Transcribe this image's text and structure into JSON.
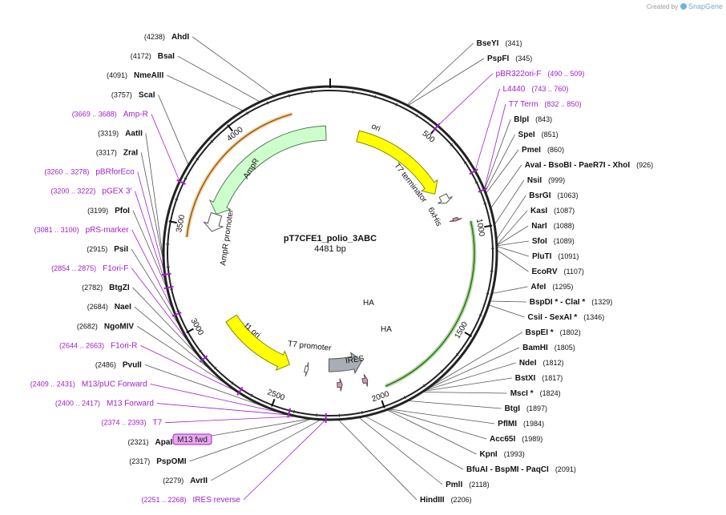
{
  "plasmid": {
    "name": "pT7CFE1_polio_3ABC",
    "length_label": "4481 bp",
    "length": 4481
  },
  "credit": {
    "prefix": "Created by",
    "brand": "SnapGene"
  },
  "highlight_box": "M13 fwd",
  "tick_labels": [
    {
      "pos": 500,
      "label": "500"
    },
    {
      "pos": 1000,
      "label": "1000"
    },
    {
      "pos": 1500,
      "label": "1500"
    },
    {
      "pos": 2000,
      "label": "2000"
    },
    {
      "pos": 2500,
      "label": "2500"
    },
    {
      "pos": 3000,
      "label": "3000"
    },
    {
      "pos": 3500,
      "label": "3500"
    },
    {
      "pos": 4000,
      "label": "4000"
    }
  ],
  "features": [
    {
      "name": "ori",
      "start": 166,
      "end": 754,
      "color": "#ffff00",
      "stroke": "#888800",
      "strand": "+"
    },
    {
      "name": "T7 terminator",
      "start": 783,
      "end": 830,
      "color": "#ffffff",
      "stroke": "#555555",
      "strand": "+"
    },
    {
      "name": "6xHis",
      "start": 925,
      "end": 942,
      "color": "#cc99b2",
      "stroke": "#664455",
      "strand": "+"
    },
    {
      "name": "HA",
      "start": 2175,
      "end": 2202,
      "color": "#cc99b2",
      "stroke": "#664455",
      "strand": "-"
    },
    {
      "name": "HA",
      "start": 2036,
      "end": 2063,
      "color": "#cc99b2",
      "stroke": "#664455",
      "strand": "-"
    },
    {
      "name": "IRES",
      "start": 2035,
      "end": 2248,
      "color": "#a9aeb4",
      "stroke": "#555555",
      "strand": "-"
    },
    {
      "name": "T7 promoter",
      "start": 2374,
      "end": 2393,
      "color": "#ffffff",
      "stroke": "#555555",
      "strand": "-"
    },
    {
      "name": "f1 ori",
      "start": 2489,
      "end": 2944,
      "color": "#ffff00",
      "stroke": "#888800",
      "strand": "-"
    },
    {
      "name": "AmpR promoter",
      "start": 3490,
      "end": 3595,
      "color": "#ffffff",
      "stroke": "#555555",
      "strand": "-"
    },
    {
      "name": "AmpR",
      "start": 3596,
      "end": 4456,
      "color": "#ccffcc",
      "stroke": "#557755",
      "strand": "-"
    }
  ],
  "highlight_arcs": [
    {
      "name": "orange-arc",
      "start": 3440,
      "end": 4290,
      "color": "#e8a040",
      "strand": "+"
    },
    {
      "name": "green-arc",
      "start": 960,
      "end": 1960,
      "color": "#5aa83a",
      "strand": "+"
    }
  ],
  "primer_marks": [
    {
      "pos": 500
    },
    {
      "pos": 752
    },
    {
      "pos": 841
    },
    {
      "pos": 3678
    },
    {
      "pos": 3269
    },
    {
      "pos": 3211
    },
    {
      "pos": 3090
    },
    {
      "pos": 2864
    },
    {
      "pos": 2653
    },
    {
      "pos": 2420
    },
    {
      "pos": 2259
    }
  ],
  "sites_right": [
    {
      "name": "BseYI",
      "pos_label": "(341)",
      "pos": 341,
      "primer": false
    },
    {
      "name": "PspFI",
      "pos_label": "(345)",
      "pos": 345,
      "primer": false
    },
    {
      "name": "pBR322ori-F",
      "pos_label": "(490 .. 509)",
      "pos": 500,
      "primer": true
    },
    {
      "name": "L4440",
      "pos_label": "(743 .. 760)",
      "pos": 752,
      "primer": true
    },
    {
      "name": "T7 Term",
      "pos_label": "(832 .. 850)",
      "pos": 841,
      "primer": true
    },
    {
      "name": "BlpI",
      "pos_label": "(843)",
      "pos": 843,
      "primer": false
    },
    {
      "name": "SpeI",
      "pos_label": "(851)",
      "pos": 851,
      "primer": false
    },
    {
      "name": "PmeI",
      "pos_label": "(860)",
      "pos": 860,
      "primer": false
    },
    {
      "name": "AvaI - BsoBI - PaeR7I - XhoI",
      "pos_label": "(926)",
      "pos": 926,
      "primer": false
    },
    {
      "name": "NsiI",
      "pos_label": "(999)",
      "pos": 999,
      "primer": false
    },
    {
      "name": "BsrGI",
      "pos_label": "(1063)",
      "pos": 1063,
      "primer": false
    },
    {
      "name": "KasI",
      "pos_label": "(1087)",
      "pos": 1087,
      "primer": false
    },
    {
      "name": "NarI",
      "pos_label": "(1088)",
      "pos": 1088,
      "primer": false
    },
    {
      "name": "SfoI",
      "pos_label": "(1089)",
      "pos": 1089,
      "primer": false
    },
    {
      "name": "PluTI",
      "pos_label": "(1091)",
      "pos": 1091,
      "primer": false
    },
    {
      "name": "EcoRV",
      "pos_label": "(1107)",
      "pos": 1107,
      "primer": false
    },
    {
      "name": "AfeI",
      "pos_label": "(1295)",
      "pos": 1295,
      "primer": false
    },
    {
      "name": "BspDI * - ClaI *",
      "pos_label": "(1329)",
      "pos": 1329,
      "primer": false
    },
    {
      "name": "CsiI - SexAI *",
      "pos_label": "(1346)",
      "pos": 1346,
      "primer": false
    },
    {
      "name": "BspEI *",
      "pos_label": "(1802)",
      "pos": 1802,
      "primer": false
    },
    {
      "name": "BamHI",
      "pos_label": "(1805)",
      "pos": 1805,
      "primer": false
    },
    {
      "name": "NdeI",
      "pos_label": "(1812)",
      "pos": 1812,
      "primer": false
    },
    {
      "name": "BstXI",
      "pos_label": "(1817)",
      "pos": 1817,
      "primer": false
    },
    {
      "name": "MscI *",
      "pos_label": "(1824)",
      "pos": 1824,
      "primer": false
    },
    {
      "name": "BtgI",
      "pos_label": "(1897)",
      "pos": 1897,
      "primer": false
    },
    {
      "name": "PflMI",
      "pos_label": "(1984)",
      "pos": 1984,
      "primer": false
    },
    {
      "name": "Acc65I",
      "pos_label": "(1989)",
      "pos": 1989,
      "primer": false
    },
    {
      "name": "KpnI",
      "pos_label": "(1993)",
      "pos": 1993,
      "primer": false
    },
    {
      "name": "BfuAI - BspMI - PaqCI",
      "pos_label": "(2091)",
      "pos": 2091,
      "primer": false
    },
    {
      "name": "PmlI",
      "pos_label": "(2118)",
      "pos": 2118,
      "primer": false
    },
    {
      "name": "HindIII",
      "pos_label": "(2206)",
      "pos": 2206,
      "primer": false
    }
  ],
  "sites_left": [
    {
      "name": "AhdI",
      "pos_label": "(4238)",
      "pos": 4238,
      "primer": false
    },
    {
      "name": "BsaI",
      "pos_label": "(4172)",
      "pos": 4172,
      "primer": false
    },
    {
      "name": "NmeAIII",
      "pos_label": "(4091)",
      "pos": 4091,
      "primer": false
    },
    {
      "name": "ScaI",
      "pos_label": "(3757)",
      "pos": 3757,
      "primer": false
    },
    {
      "name": "Amp-R",
      "pos_label": "(3669 .. 3688)",
      "pos": 3678,
      "primer": true
    },
    {
      "name": "AatII",
      "pos_label": "(3319)",
      "pos": 3319,
      "primer": false
    },
    {
      "name": "ZraI",
      "pos_label": "(3317)",
      "pos": 3317,
      "primer": false
    },
    {
      "name": "pBRforEco",
      "pos_label": "(3260 .. 3278)",
      "pos": 3269,
      "primer": true
    },
    {
      "name": "pGEX 3'",
      "pos_label": "(3200 .. 3222)",
      "pos": 3211,
      "primer": true
    },
    {
      "name": "PfoI",
      "pos_label": "(3199)",
      "pos": 3199,
      "primer": false
    },
    {
      "name": "pRS-marker",
      "pos_label": "(3081 .. 3100)",
      "pos": 3090,
      "primer": true
    },
    {
      "name": "PsiI",
      "pos_label": "(2915)",
      "pos": 2915,
      "primer": false
    },
    {
      "name": "F1ori-F",
      "pos_label": "(2854 .. 2875)",
      "pos": 2864,
      "primer": true
    },
    {
      "name": "BtgZI",
      "pos_label": "(2782)",
      "pos": 2782,
      "primer": false
    },
    {
      "name": "NaeI",
      "pos_label": "(2684)",
      "pos": 2684,
      "primer": false
    },
    {
      "name": "NgoMIV",
      "pos_label": "(2682)",
      "pos": 2682,
      "primer": false
    },
    {
      "name": "F1ori-R",
      "pos_label": "(2644 .. 2663)",
      "pos": 2653,
      "primer": true
    },
    {
      "name": "PvuII",
      "pos_label": "(2486)",
      "pos": 2486,
      "primer": false
    },
    {
      "name": "M13/pUC Forward",
      "pos_label": "(2409 .. 2431)",
      "pos": 2420,
      "primer": true
    },
    {
      "name": "M13 Forward",
      "pos_label": "(2400 .. 2417)",
      "pos": 2408,
      "primer": true
    },
    {
      "name": "T7",
      "pos_label": "(2374 .. 2393)",
      "pos": 2383,
      "primer": true
    },
    {
      "name": "ApaI",
      "pos_label": "(2321)",
      "pos": 2321,
      "primer": false
    },
    {
      "name": "PspOMI",
      "pos_label": "(2317)",
      "pos": 2317,
      "primer": false
    },
    {
      "name": "AvrII",
      "pos_label": "(2279)",
      "pos": 2279,
      "primer": false
    },
    {
      "name": "IRES reverse",
      "pos_label": "(2251 .. 2268)",
      "pos": 2259,
      "primer": true
    }
  ]
}
